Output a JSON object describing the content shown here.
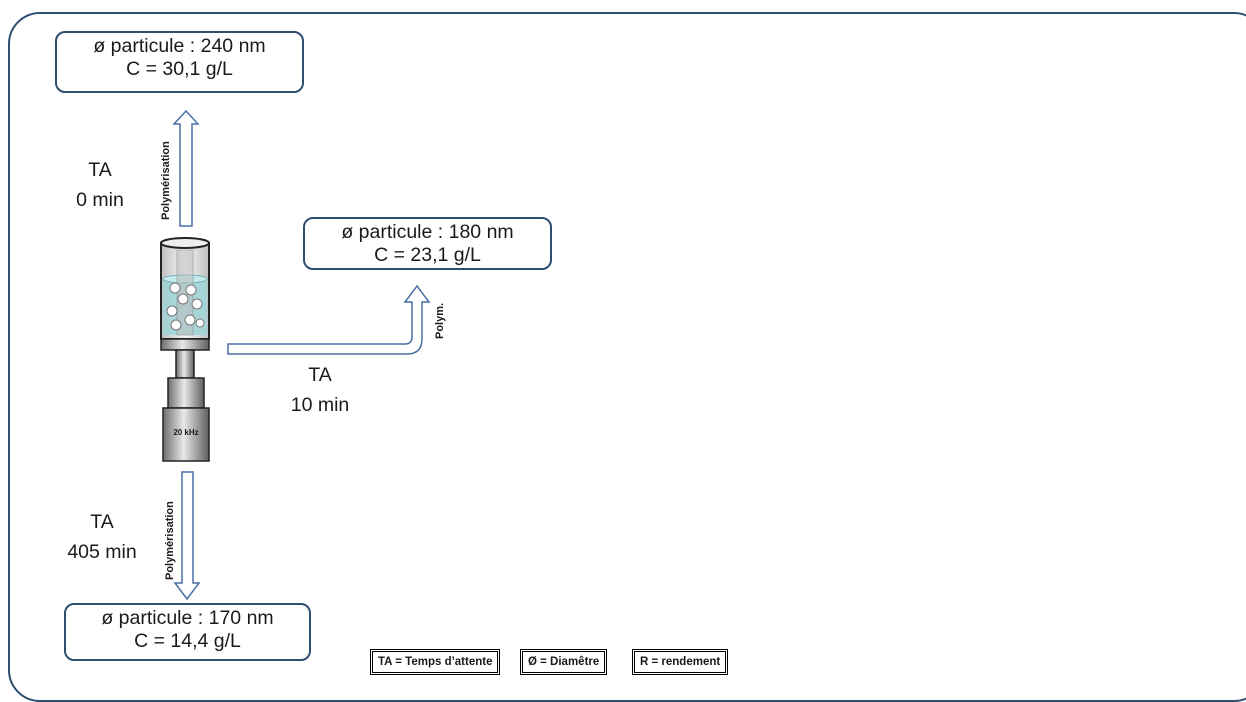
{
  "boxes": {
    "top": {
      "line1": "ø particule : 240 nm",
      "line2": "C = 30,1 g/L"
    },
    "middle": {
      "line1": "ø particule : 180 nm",
      "line2": "C = 23,1 g/L"
    },
    "bottom": {
      "line1": "ø particule : 170 nm",
      "line2": "C = 14,4 g/L"
    }
  },
  "labels": {
    "top": {
      "line1": "TA",
      "line2": "0 min"
    },
    "middle": {
      "line1": "TA",
      "line2": "10 min"
    },
    "bottom": {
      "line1": "TA",
      "line2": "405 min"
    }
  },
  "arrows": {
    "up": "Polymérisation",
    "right": "Polym.",
    "down": "Polymérisation"
  },
  "device": {
    "frequency": "20 kHz"
  },
  "legend": {
    "ta": "TA = Temps d’attente",
    "diameter": "Ø = Diamêtre",
    "yield": "R = rendement"
  },
  "colors": {
    "border": "#2f4f72",
    "arrow": "#4a6fa5",
    "liquid": "#9fd3d6",
    "metal_light": "#d9d9d9",
    "metal_dark": "#7f7f7f"
  }
}
